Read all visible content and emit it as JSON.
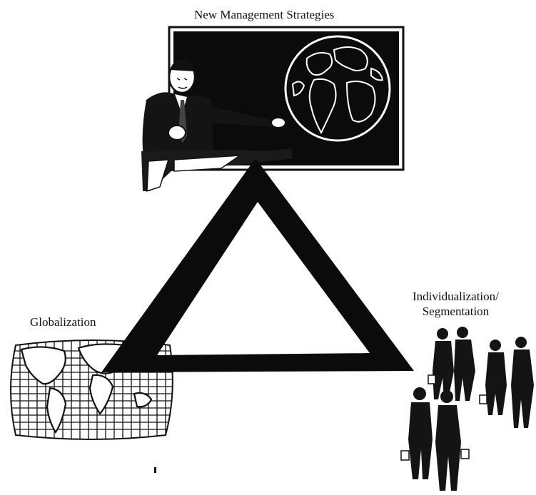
{
  "labels": {
    "top": "New Management Strategies",
    "left": "Globalization",
    "right_line1": "Individualization/",
    "right_line2": "Segmentation"
  },
  "colors": {
    "ink": "#111111",
    "board": "#0b0b0b",
    "paper": "#ffffff"
  },
  "icons": {
    "top": "presenter-at-blackboard-with-globe",
    "left": "world-map-grid-illustration",
    "right": "group-of-walking-workers-illustration",
    "center": "triangle-shape"
  }
}
